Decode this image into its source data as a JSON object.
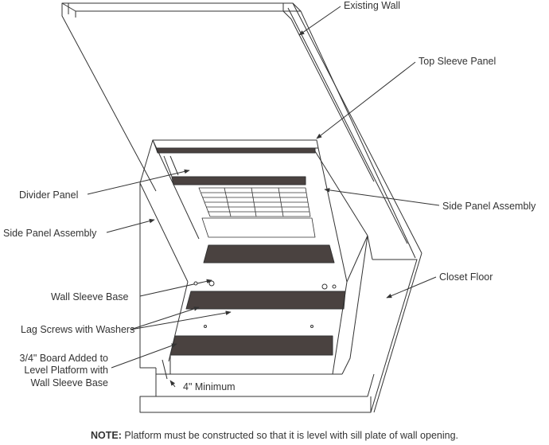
{
  "labels": {
    "existing_wall": "Existing Wall",
    "top_sleeve_panel": "Top Sleeve Panel",
    "divider_panel": "Divider Panel",
    "side_panel_assembly_right": "Side Panel Assembly",
    "side_panel_assembly_left": "Side Panel Assembly",
    "closet_floor": "Closet Floor",
    "wall_sleeve_base": "Wall Sleeve Base",
    "lag_screws": "Lag Screws with Washers",
    "board_line1": "3/4\" Board Added to",
    "board_line2": "Level Platform with",
    "board_line3": "Wall Sleeve Base",
    "minimum": "4\" Minimum"
  },
  "note": {
    "prefix": "NOTE:",
    "text": "Platform must be constructed so that it is level with sill plate of wall opening."
  },
  "colors": {
    "line": "#333333",
    "dark_board": "#4a4240",
    "background": "#ffffff"
  }
}
